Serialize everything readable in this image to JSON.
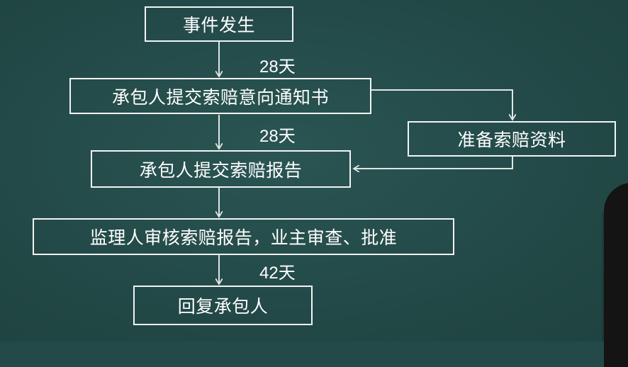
{
  "diagram": {
    "nodes": [
      {
        "id": "event",
        "label": "事件发生"
      },
      {
        "id": "notice",
        "label": "承包人提交索赔意向通知书"
      },
      {
        "id": "prepare",
        "label": "准备索赔资料"
      },
      {
        "id": "report",
        "label": "承包人提交索赔报告"
      },
      {
        "id": "review",
        "label": "监理人审核索赔报告，业主审查、批准"
      },
      {
        "id": "reply",
        "label": "回复承包人"
      }
    ],
    "edge_labels": {
      "event_to_notice": "28天",
      "notice_to_report": "28天",
      "review_to_reply": "42天"
    }
  },
  "colors": {
    "background": "#234a48",
    "box_border": "#f1f4f3",
    "text": "#ffffff",
    "arrow": "#dfe6e4"
  }
}
